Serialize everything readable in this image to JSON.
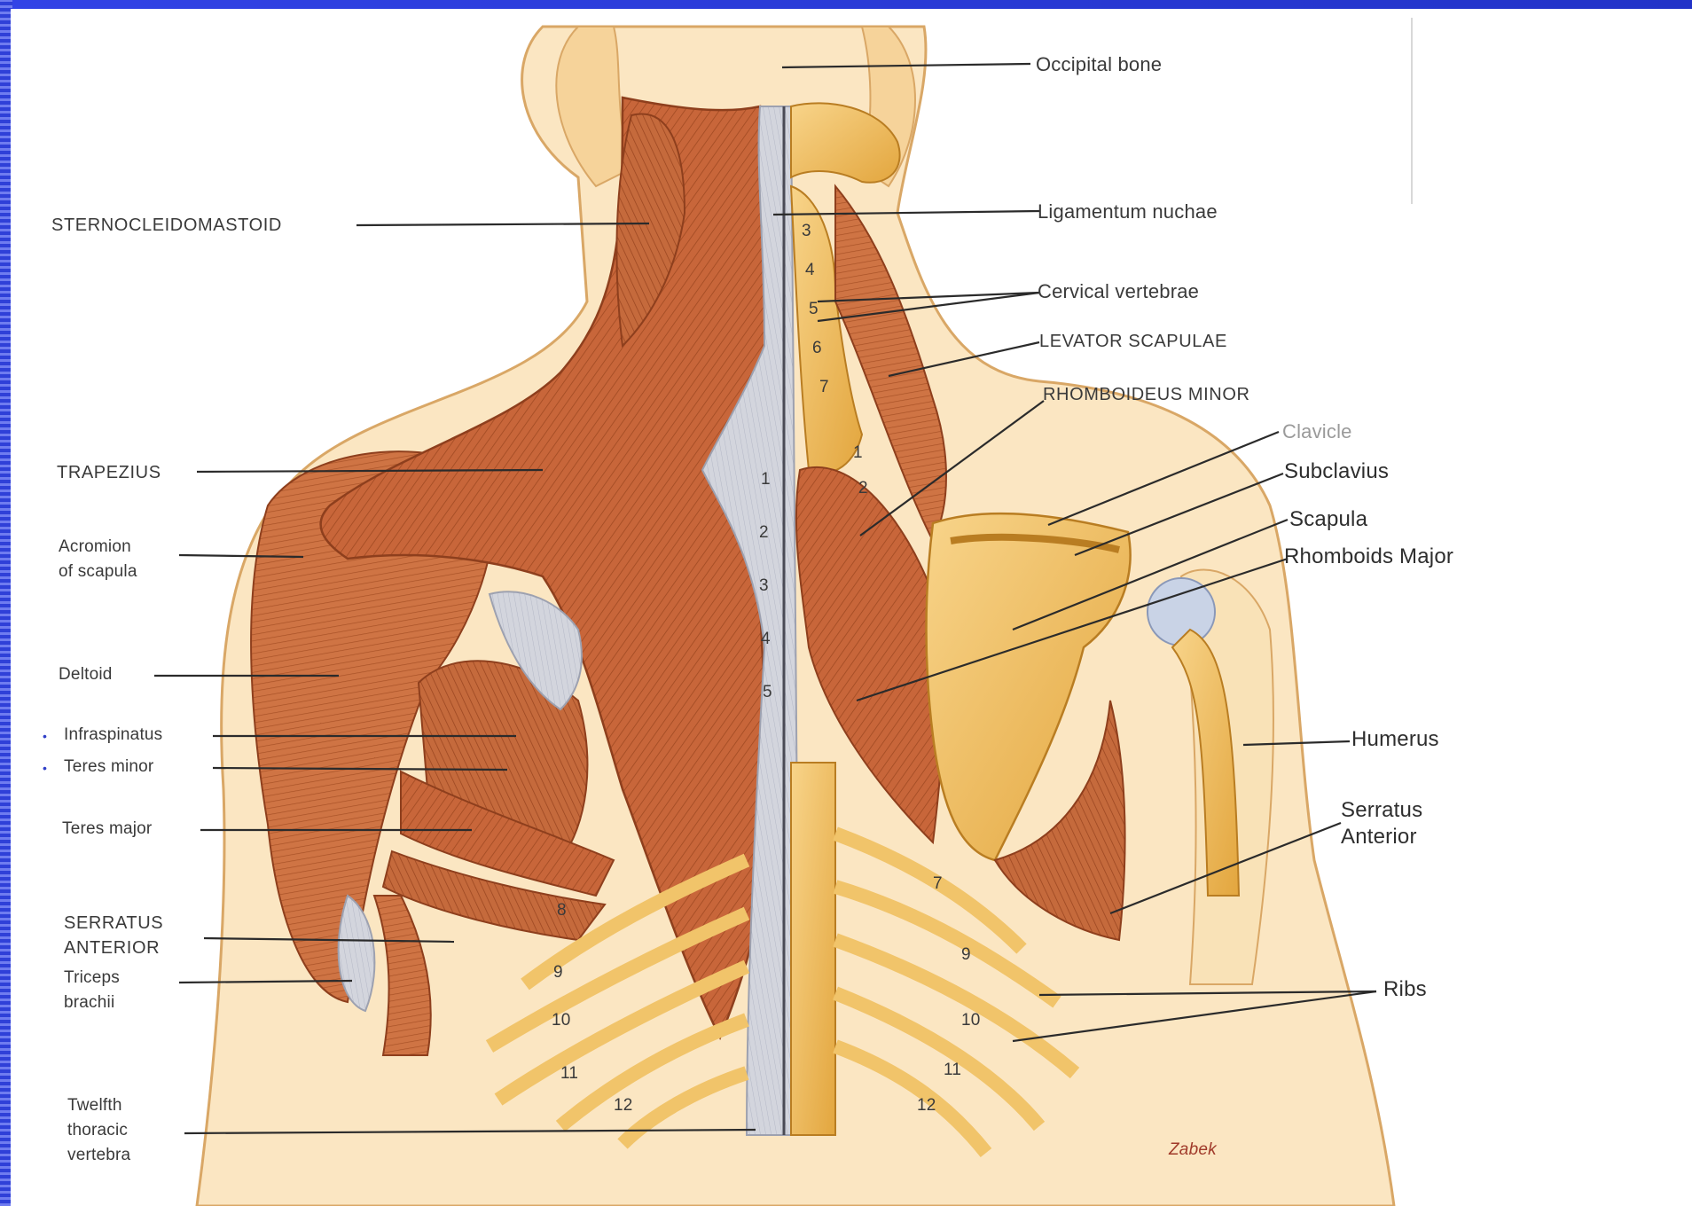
{
  "labels": {
    "occipital_bone": "Occipital bone",
    "sternocleidomastoid": "STERNOCLEIDOMASTOID",
    "ligamentum_nuchae": "Ligamentum nuchae",
    "cervical_vertebrae": "Cervical vertebrae",
    "levator_scapulae": "LEVATOR SCAPULAE",
    "rhomboideus_minor": "RHOMBOIDEUS MINOR",
    "clavicle": "Clavicle",
    "subclavius": "Subclavius",
    "scapula": "Scapula",
    "rhomboids_major": "Rhomboids Major",
    "trapezius": "TRAPEZIUS",
    "acromion_line1": "Acromion",
    "acromion_line2": "of scapula",
    "deltoid": "Deltoid",
    "infraspinatus": "Infraspinatus",
    "teres_minor": "Teres minor",
    "teres_major": "Teres major",
    "humerus": "Humerus",
    "serratus_right_line1": "Serratus",
    "serratus_right_line2": "Anterior",
    "serratus_left_line1": "SERRATUS",
    "serratus_left_line2": "ANTERIOR",
    "triceps_line1": "Triceps",
    "triceps_line2": "brachii",
    "ribs": "Ribs",
    "twelfth_line1": "Twelfth",
    "twelfth_line2": "thoracic",
    "twelfth_line3": "vertebra"
  },
  "marker": "•",
  "vertebra_numbers": {
    "cervical": [
      "3",
      "4",
      "5",
      "6",
      "7"
    ],
    "thoracic": [
      "1",
      "2",
      "3",
      "4",
      "5"
    ],
    "upper": [
      "1",
      "2"
    ]
  },
  "rib_numbers": {
    "left": [
      "8",
      "9",
      "10",
      "11",
      "12"
    ],
    "right": [
      "7",
      "9",
      "10",
      "11",
      "12"
    ]
  },
  "signature": "Zabek",
  "colors": {
    "muscle": "#c8663a",
    "muscle_dark": "#a04a22",
    "bone": "#f2c165",
    "skin": "#f7dcae",
    "tendon": "#c9ccd6",
    "frame": "#2a3bd6"
  }
}
